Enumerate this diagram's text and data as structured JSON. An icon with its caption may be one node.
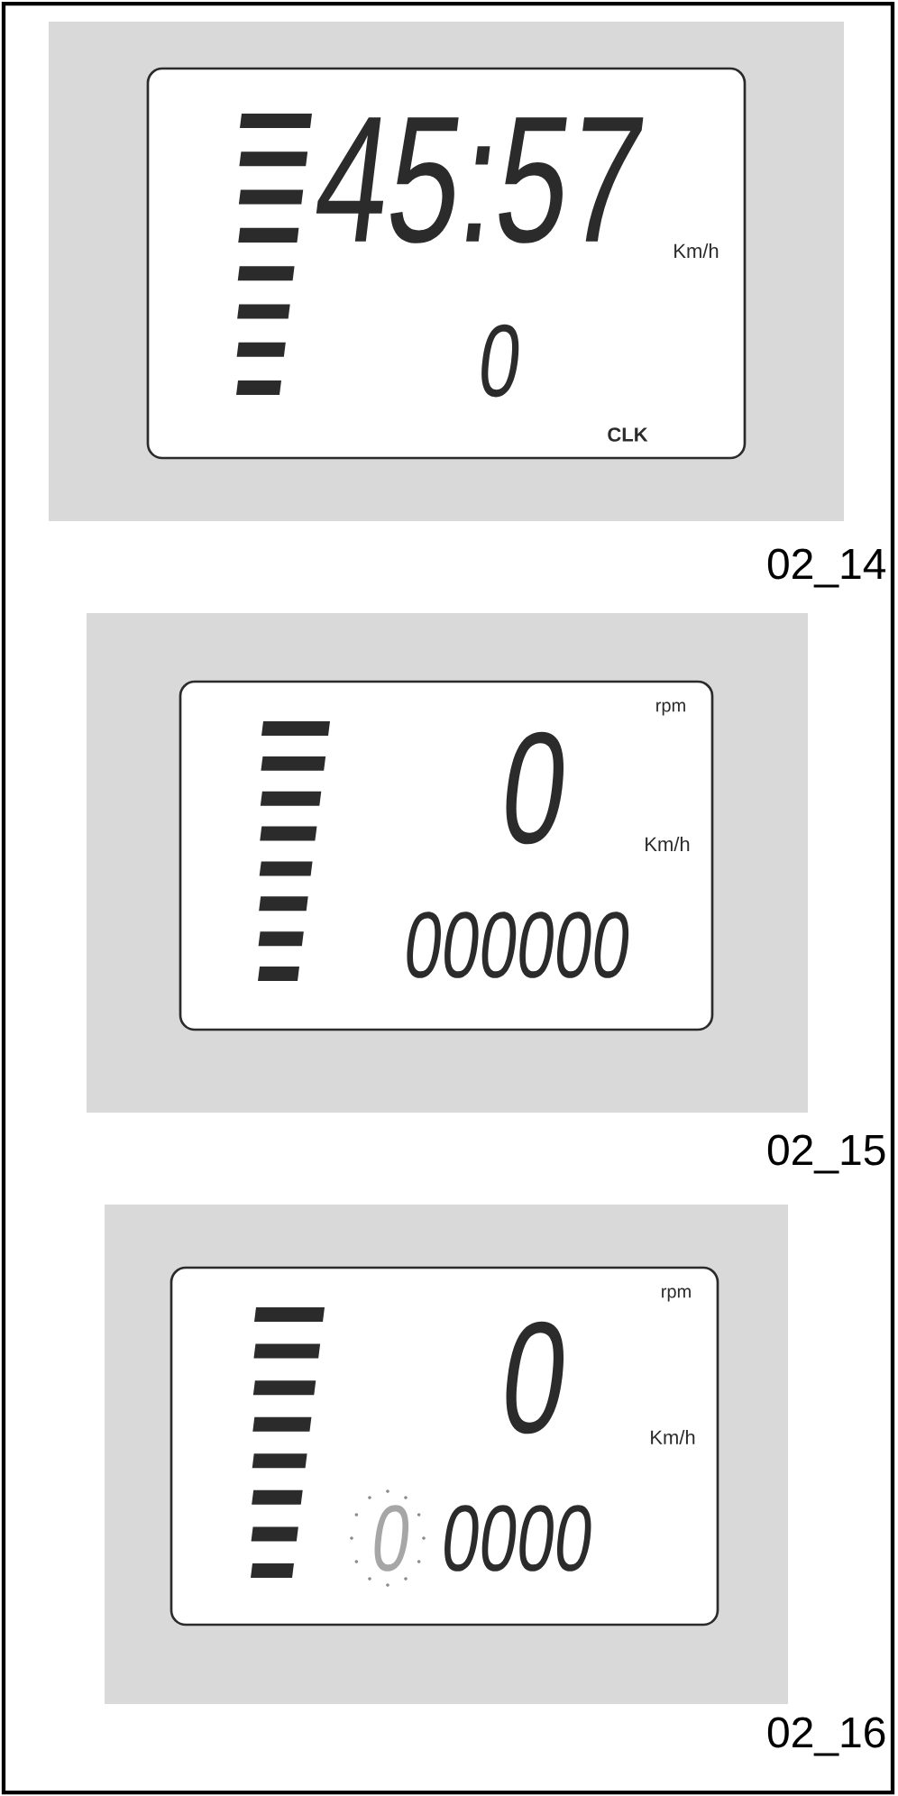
{
  "diagram": {
    "nodes": [
      {
        "text": [
          "45:57",
          "Km/h",
          "0",
          "CLK"
        ]
      },
      {
        "text": [
          "rpm",
          "0",
          "Km/h",
          "000000"
        ]
      },
      {
        "text": [
          "rpm",
          "0",
          "Km/h",
          "0",
          "0000"
        ]
      }
    ],
    "labels": [
      "02_14",
      "02_15",
      "02_16"
    ]
  }
}
